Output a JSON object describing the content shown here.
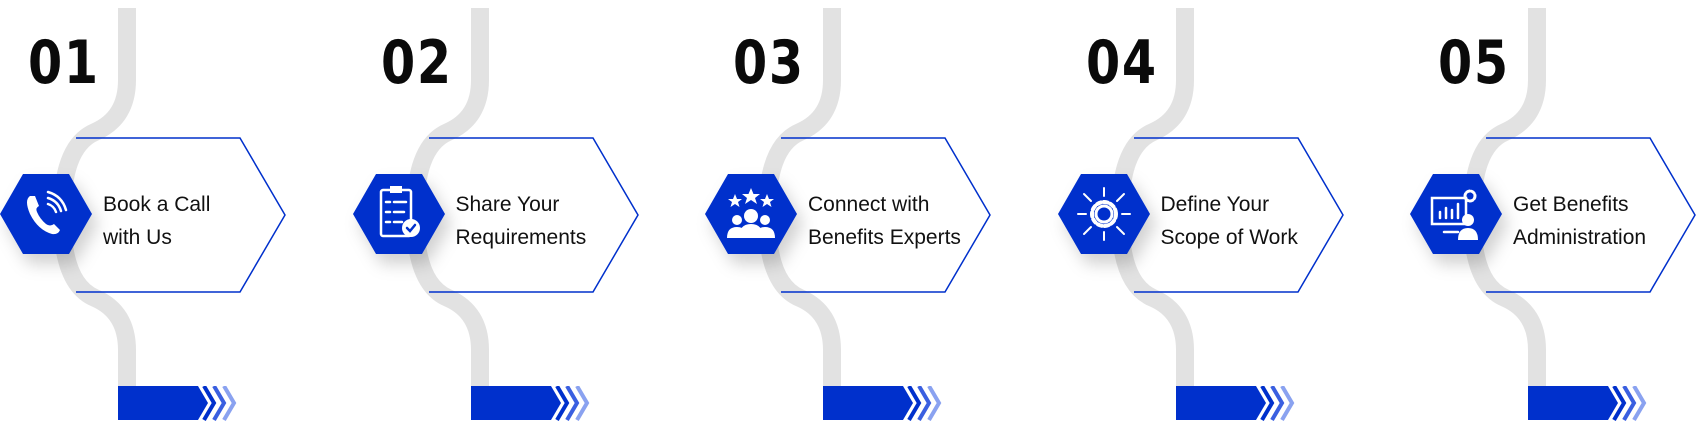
{
  "colors": {
    "accent": "#0030cc",
    "track": "#e2e2e2",
    "text": "#111111"
  },
  "steps": [
    {
      "number": "01",
      "line1": "Book a Call",
      "line2": "with Us",
      "icon": "phone-icon"
    },
    {
      "number": "02",
      "line1": "Share Your",
      "line2": "Requirements",
      "icon": "clipboard-check-icon"
    },
    {
      "number": "03",
      "line1": "Connect with",
      "line2": "Benefits Experts",
      "icon": "team-stars-icon"
    },
    {
      "number": "04",
      "line1": "Define Your",
      "line2": "Scope of Work",
      "icon": "gear-arrows-icon"
    },
    {
      "number": "05",
      "line1": "Get Benefits",
      "line2": "Administration",
      "icon": "analytics-user-icon"
    }
  ]
}
